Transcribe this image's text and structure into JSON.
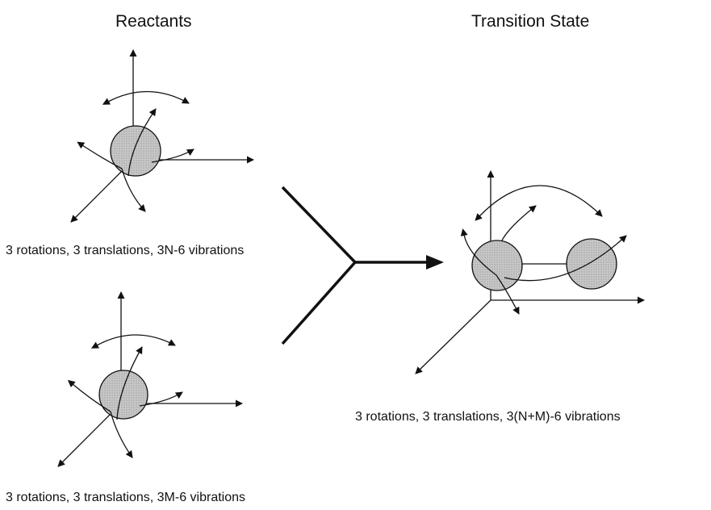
{
  "titles": {
    "reactants": "Reactants",
    "transition_state": "Transition State"
  },
  "captions": {
    "reactant_n": "3 rotations, 3 translations, 3N-6 vibrations",
    "reactant_m": "3 rotations, 3 translations, 3M-6 vibrations",
    "transition_state": "3 rotations, 3 translations, 3(N+M)-6 vibrations"
  },
  "colors": {
    "ink": "#111111",
    "sphere_fill": "#bdbdbd"
  }
}
